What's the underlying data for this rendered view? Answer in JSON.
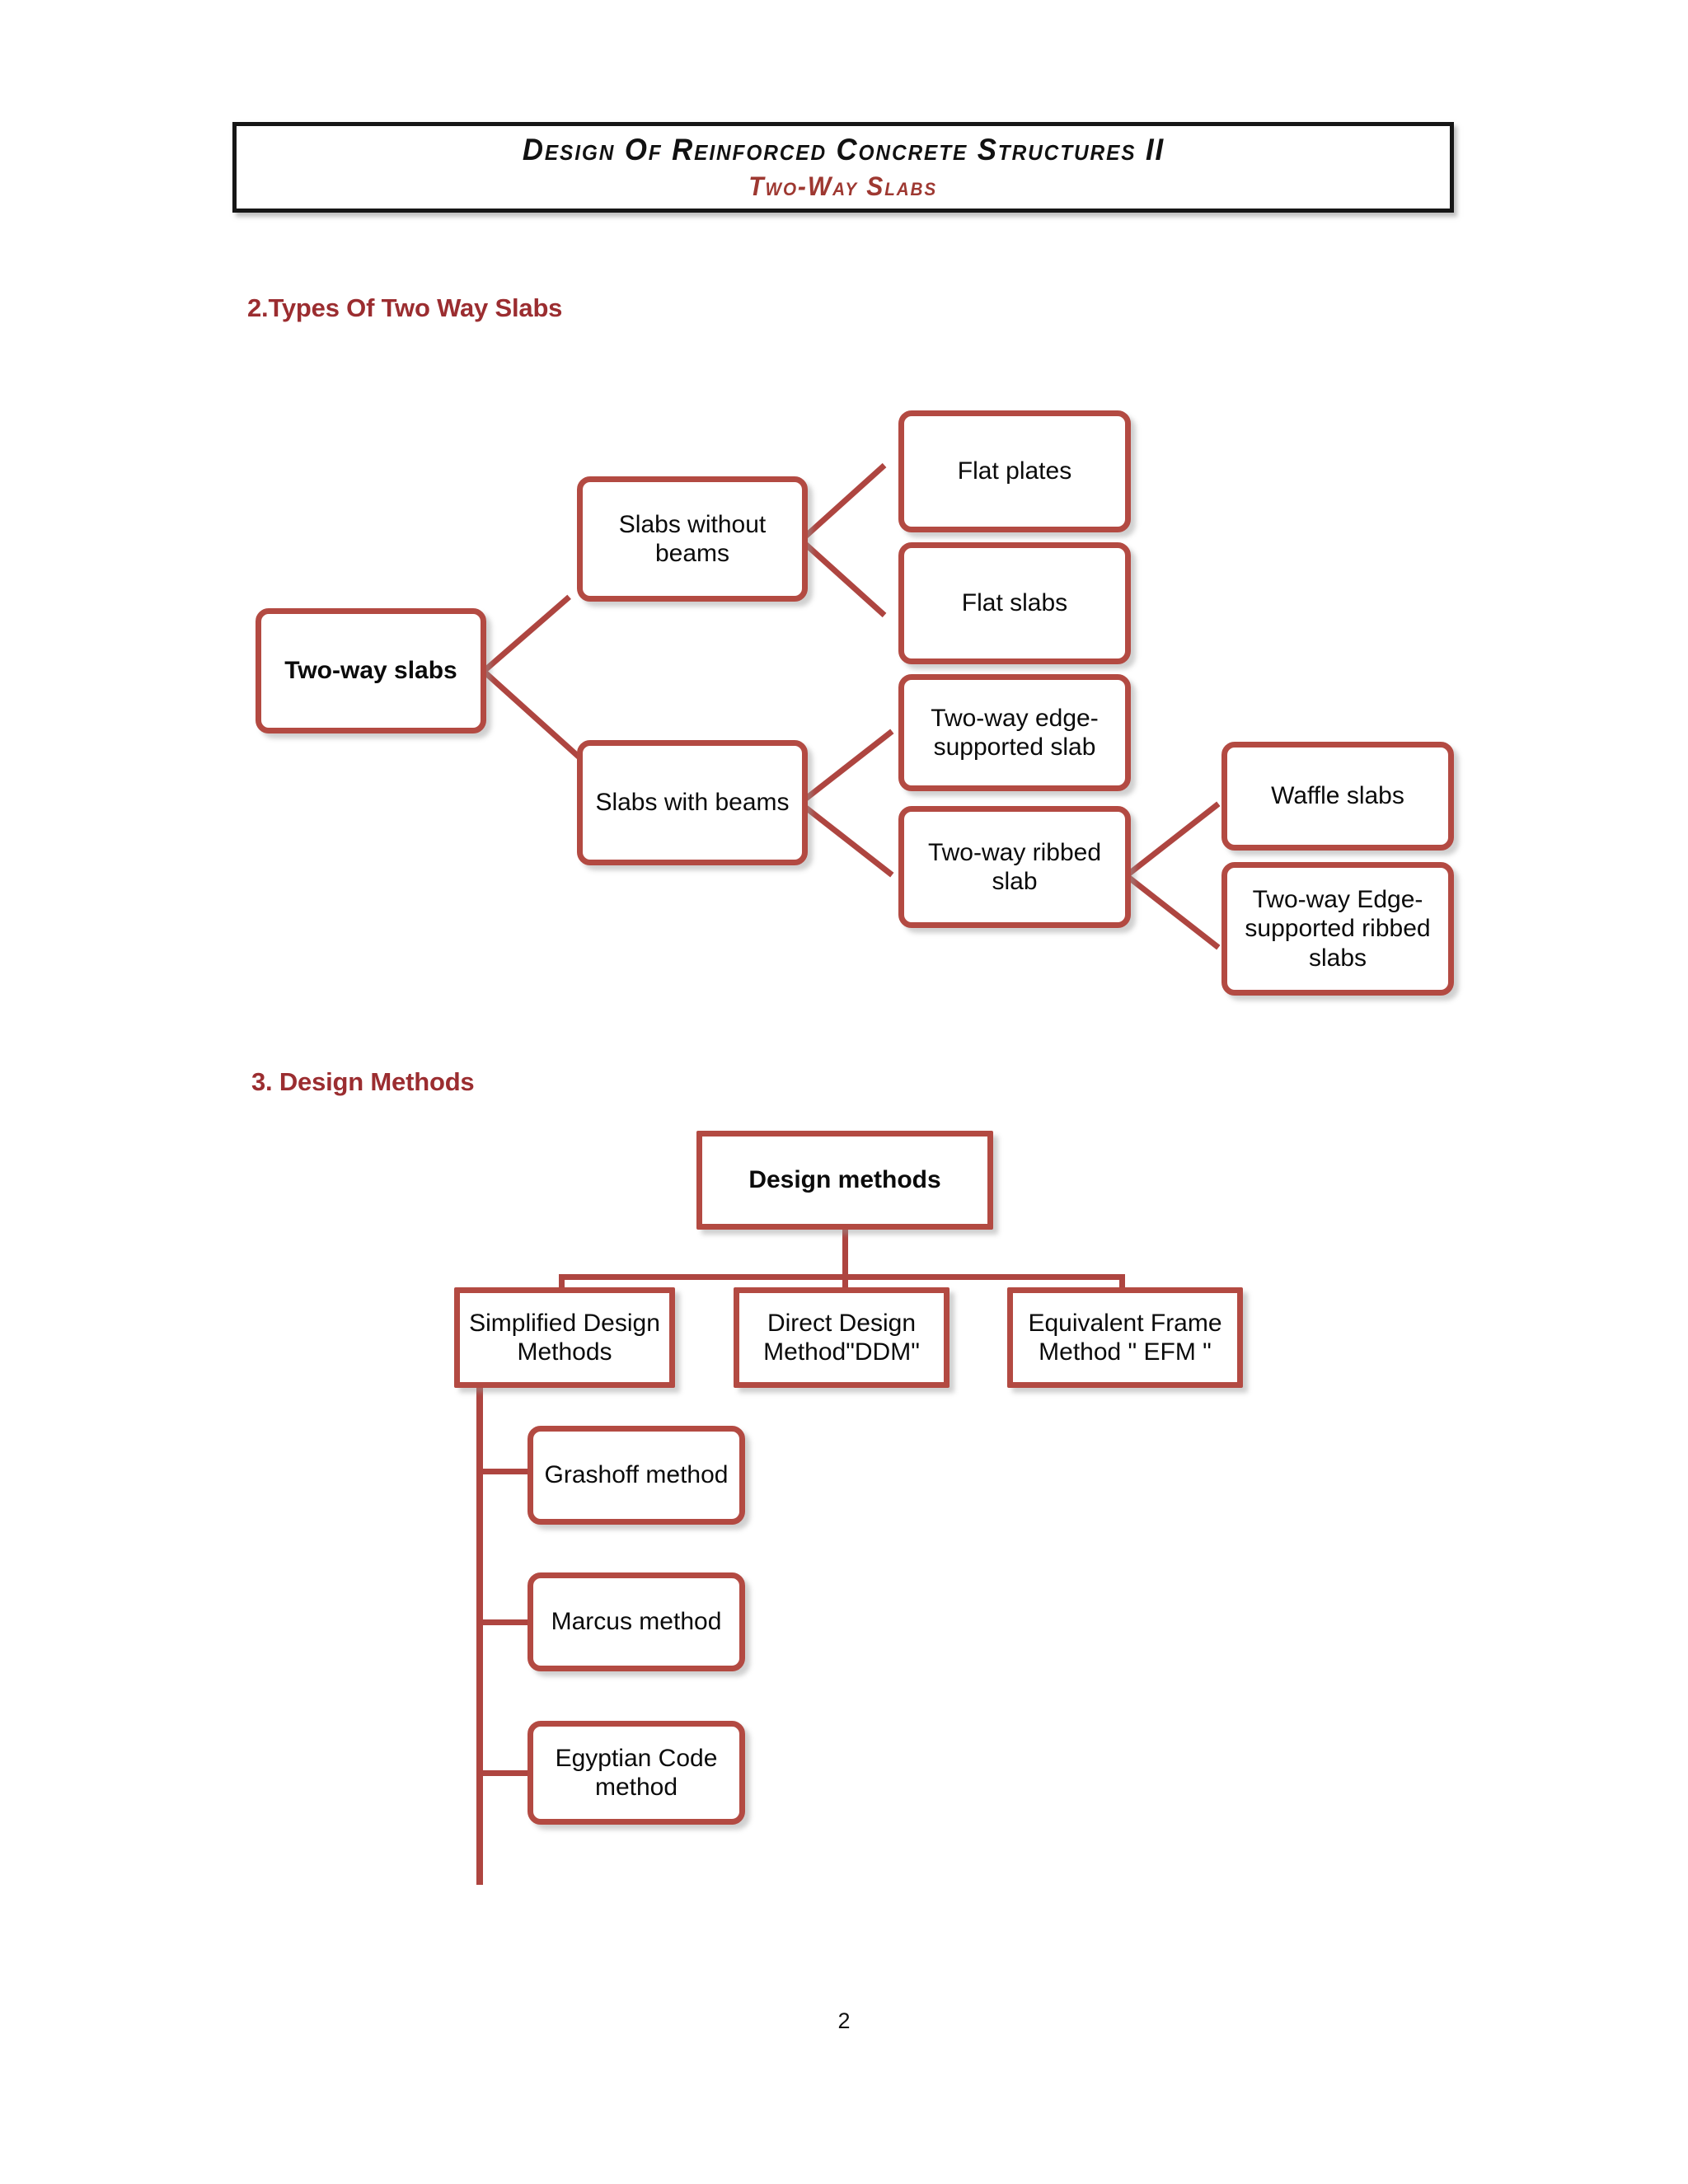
{
  "header": {
    "course_title": "Design Of Reinforced Concrete Structures II",
    "subtitle": "Two-Way Slabs",
    "title_color": "#111111",
    "subtitle_color": "#9E3831"
  },
  "sections": [
    {
      "id": "types",
      "heading": "2.Types Of Two Way Slabs"
    },
    {
      "id": "methods",
      "heading": "3. Design Methods"
    }
  ],
  "theme": {
    "accent": "#B34A42",
    "connector": "#AE4540",
    "heading_color": "#9B2D30",
    "page_background": "#ffffff"
  },
  "diagram_types": {
    "nodes": {
      "root": "Two-way slabs",
      "without_beams": "Slabs without beams",
      "with_beams": "Slabs with beams",
      "flat_plates": "Flat plates",
      "flat_slabs": "Flat slabs",
      "edge_supported": "Two-way edge-supported slab",
      "ribbed": "Two-way ribbed slab",
      "waffle": "Waffle slabs",
      "edge_ribbed": "Two-way Edge-supported ribbed slabs"
    },
    "edges": [
      {
        "from": "root",
        "to": "without_beams"
      },
      {
        "from": "root",
        "to": "with_beams"
      },
      {
        "from": "without_beams",
        "to": "flat_plates"
      },
      {
        "from": "without_beams",
        "to": "flat_slabs"
      },
      {
        "from": "with_beams",
        "to": "edge_supported"
      },
      {
        "from": "with_beams",
        "to": "ribbed"
      },
      {
        "from": "ribbed",
        "to": "waffle"
      },
      {
        "from": "ribbed",
        "to": "edge_ribbed"
      }
    ]
  },
  "diagram_methods": {
    "nodes": {
      "root": "Design methods",
      "simplified": "Simplified Design Methods",
      "ddm": "Direct Design Method\"DDM\"",
      "efm": "Equivalent Frame Method  \" EFM \"",
      "grashoff": "Grashoff method",
      "marcus": "Marcus method",
      "egyptian": "Egyptian Code method"
    },
    "edges": [
      {
        "from": "root",
        "to": "simplified"
      },
      {
        "from": "root",
        "to": "ddm"
      },
      {
        "from": "root",
        "to": "efm"
      },
      {
        "from": "simplified",
        "to": "grashoff"
      },
      {
        "from": "simplified",
        "to": "marcus"
      },
      {
        "from": "simplified",
        "to": "egyptian"
      }
    ]
  },
  "footer": {
    "page_number": "2"
  }
}
